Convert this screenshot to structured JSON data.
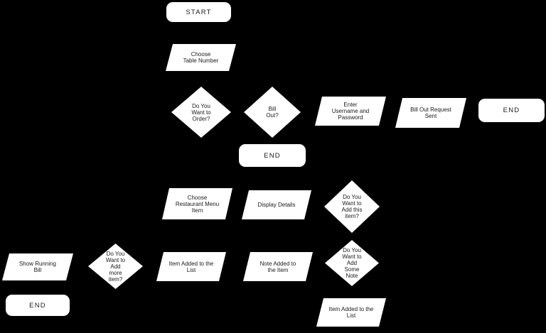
{
  "diagram": {
    "description": "Restaurant ordering system flowchart on black background",
    "colors": {
      "background": "#000000",
      "node_fill": "#ffffff",
      "node_text": "#1a1a1a"
    },
    "nodes": {
      "start": {
        "label": "START",
        "type": "terminator"
      },
      "choose_table_number": {
        "label": "Choose\nTable Number",
        "type": "input-output"
      },
      "want_to_order": {
        "label": "Do You\nWant to\nOrder?",
        "type": "decision"
      },
      "bill_out": {
        "label": "Bill\nOut?",
        "type": "decision"
      },
      "enter_username_password": {
        "label": "Enter\nUsername and\nPassword",
        "type": "input-output"
      },
      "bill_out_request_sent": {
        "label": "Bill Out Request\nSent",
        "type": "input-output"
      },
      "end_top_right": {
        "label": "END",
        "type": "terminator"
      },
      "end_middle": {
        "label": "END",
        "type": "terminator"
      },
      "choose_restaurant_menu_item": {
        "label": "Choose\nRestaurant Menu\nItem",
        "type": "input-output"
      },
      "display_details": {
        "label": "Display Details",
        "type": "input-output"
      },
      "want_to_add_this_item": {
        "label": "Do You\nWant to\nAdd this\nitem?",
        "type": "decision"
      },
      "show_running_bill": {
        "label": "Show Running\nBill",
        "type": "input-output"
      },
      "want_to_add_more_item": {
        "label": "Do You\nWant to\nAdd\nmore\nitem?",
        "type": "decision"
      },
      "item_added_to_list": {
        "label": "Item Added to the\nList",
        "type": "input-output"
      },
      "note_added_to_item": {
        "label": "Note Added to\nthe Item",
        "type": "input-output"
      },
      "want_to_add_some_note": {
        "label": "Do You\nWant to\nAdd\nSome\nNote",
        "type": "decision"
      },
      "end_bottom_left": {
        "label": "END",
        "type": "terminator"
      },
      "item_added_to_list_2": {
        "label": "Item Added to the\nList",
        "type": "input-output"
      }
    }
  }
}
